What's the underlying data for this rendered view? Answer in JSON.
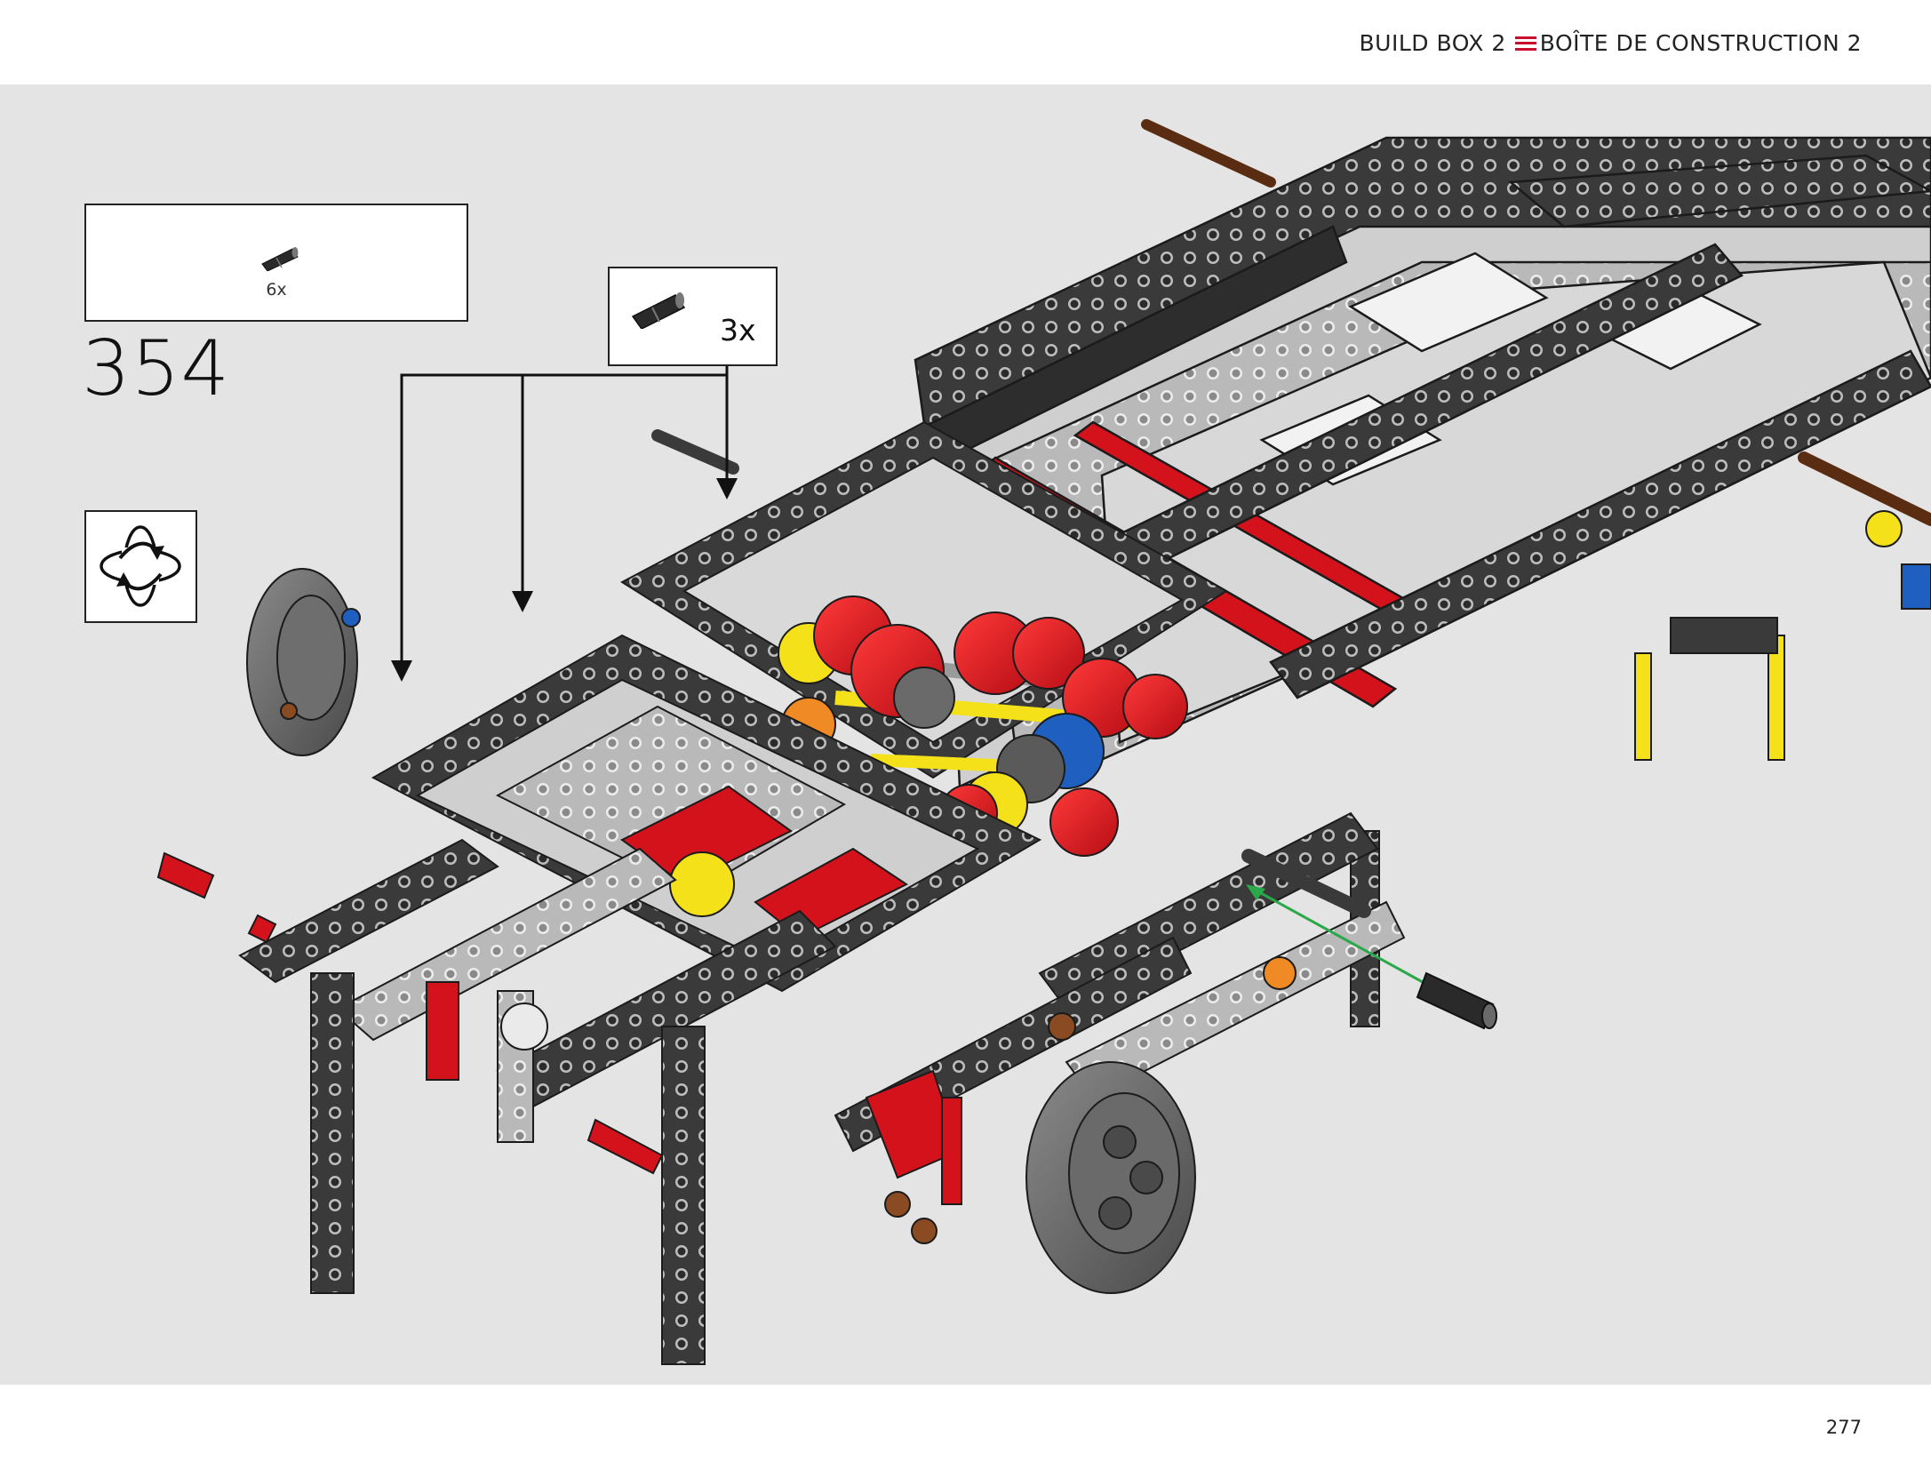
{
  "header": {
    "section_en": "BUILD BOX 2",
    "section_fr": "BOÎTE DE CONSTRUCTION 2",
    "accent_color": "#c8102e"
  },
  "step": {
    "number": "354",
    "parts_list": [
      {
        "part_icon": "pin-connector-icon",
        "quantity": "6x"
      }
    ],
    "callout": {
      "part_icon": "pin-connector-icon",
      "quantity": "3x"
    },
    "rotate_icon": "rotate-model-icon"
  },
  "colors": {
    "background": "#e4e4e4",
    "beam_dark": "#3a3a3a",
    "beam_light": "#bcbcbc",
    "red": "#d4121c",
    "yellow": "#f5e11a",
    "blue": "#1f5fbf",
    "orange": "#f08a24",
    "insert_arrow": "#2aa84a"
  },
  "footer": {
    "page_number": "277"
  }
}
